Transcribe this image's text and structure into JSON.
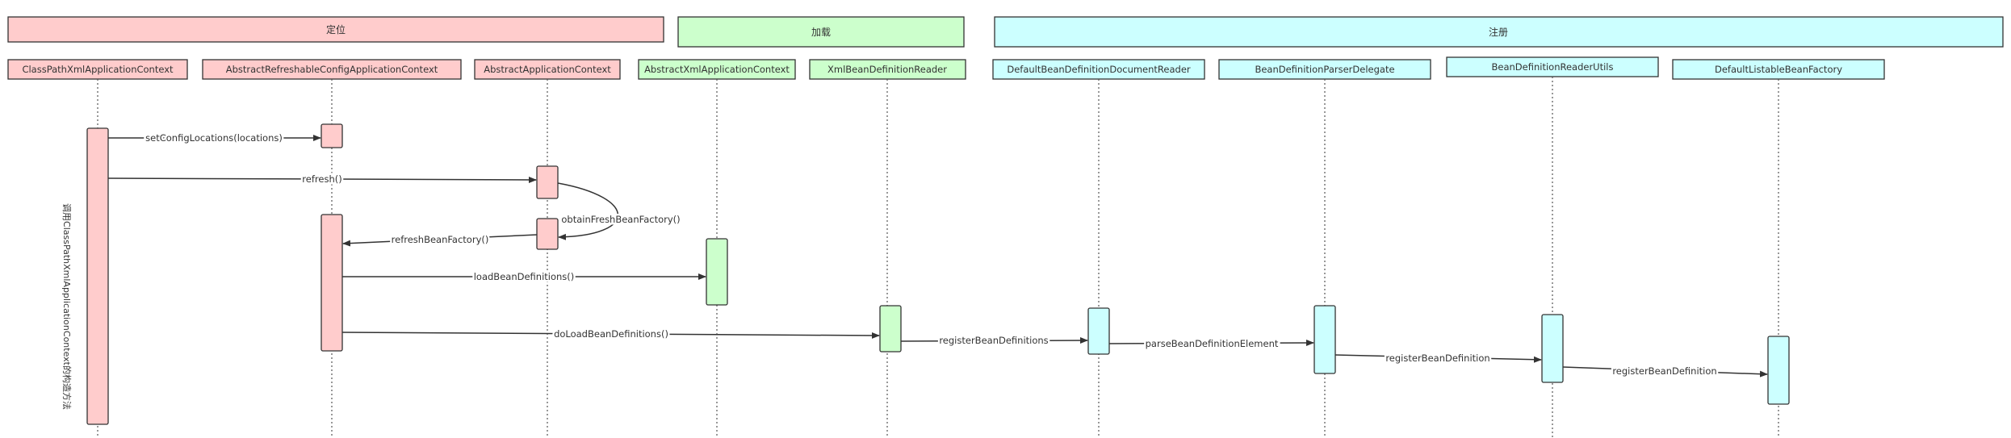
{
  "colors": {
    "pink": "#ffcccc",
    "green": "#ccffcc",
    "cyan": "#ccffff",
    "stroke": "#333333"
  },
  "phases": [
    {
      "label": "定位",
      "color": "pink"
    },
    {
      "label": "加载",
      "color": "green"
    },
    {
      "label": "注册",
      "color": "cyan"
    }
  ],
  "participants": [
    {
      "label": "ClassPathXmlApplicationContext",
      "color": "pink"
    },
    {
      "label": "AbstractRefreshableConfigApplicationContext",
      "color": "pink"
    },
    {
      "label": "AbstractApplicationContext",
      "color": "pink"
    },
    {
      "label": "AbstractXmlApplicationContext",
      "color": "green"
    },
    {
      "label": "XmlBeanDefinitionReader",
      "color": "green"
    },
    {
      "label": "DefaultBeanDefinitionDocumentReader",
      "color": "cyan"
    },
    {
      "label": "BeanDefinitionParserDelegate",
      "color": "cyan"
    },
    {
      "label": "BeanDefinitionReaderUtils",
      "color": "cyan"
    },
    {
      "label": "DefaultListableBeanFactory",
      "color": "cyan"
    }
  ],
  "messages": [
    {
      "label": "setConfigLocations(locations)",
      "from": 0,
      "to": 1
    },
    {
      "label": "refresh()",
      "from": 0,
      "to": 2
    },
    {
      "label": "obtainFreshBeanFactory()",
      "from": 2,
      "to": 2
    },
    {
      "label": "refreshBeanFactory()",
      "from": 2,
      "to": 1
    },
    {
      "label": "loadBeanDefinitions()",
      "from": 1,
      "to": 3
    },
    {
      "label": "doLoadBeanDefinitions()",
      "from": 1,
      "to": 4
    },
    {
      "label": "registerBeanDefinitions",
      "from": 4,
      "to": 5
    },
    {
      "label": "parseBeanDefinitionElement",
      "from": 5,
      "to": 6
    },
    {
      "label": "registerBeanDefinition",
      "from": 6,
      "to": 7
    },
    {
      "label": "registerBeanDefinition",
      "from": 7,
      "to": 8
    }
  ],
  "side_note": "调用ClassPathXmlApplicationContext的构造方法"
}
